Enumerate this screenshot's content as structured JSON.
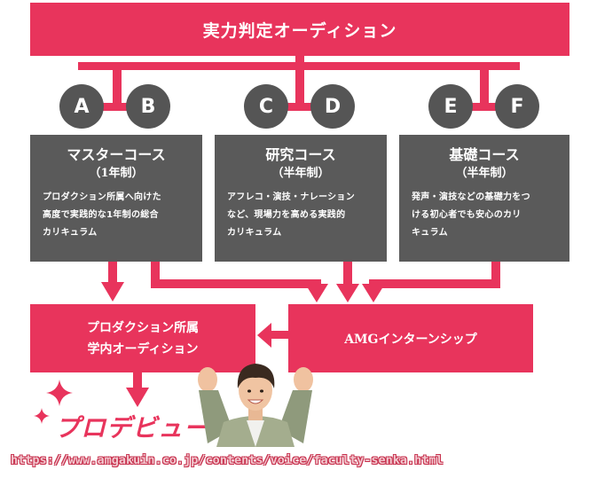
{
  "colors": {
    "accent": "#e8345c",
    "box": "#5a5a5a",
    "circle": "#555555"
  },
  "top_banner": {
    "title": "実力判定オーディション"
  },
  "tracks": [
    "A",
    "B",
    "C",
    "D",
    "E",
    "F"
  ],
  "courses": [
    {
      "name": "マスターコース",
      "term": "（1年制）",
      "desc": [
        "プロダクション所属へ向けた",
        "高度で実践的な1年制の総合",
        "カリキュラム"
      ]
    },
    {
      "name": "研究コース",
      "term": "（半年制）",
      "desc": [
        "アフレコ・演技・ナレーション",
        "など、現場力を高める実践的",
        "カリキュラム"
      ]
    },
    {
      "name": "基礎コース",
      "term": "（半年制）",
      "desc": [
        "発声・演技などの基礎力をつ",
        "ける初心者でも安心のカリ",
        "キュラム"
      ]
    }
  ],
  "outcomes": {
    "production_audition": [
      "プロダクション所属",
      "学内オーディション"
    ],
    "internship": "AMGインターンシップ"
  },
  "debut": "プロデビュー！",
  "url": "https://www.amgakuin.co.jp/contents/voice/faculty-senka.html"
}
